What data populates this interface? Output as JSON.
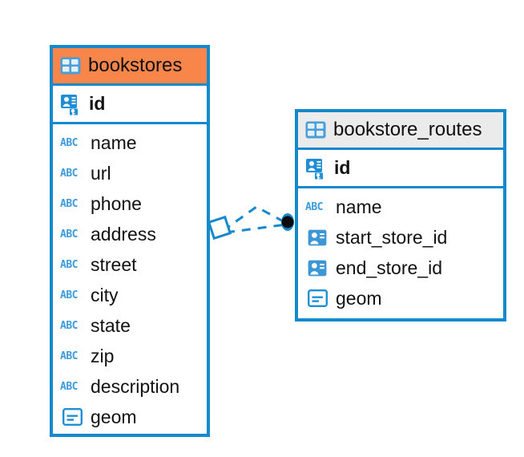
{
  "diagram": {
    "type": "entity-relationship-diagram",
    "background": "#ffffff",
    "accent_color": "#1489cc",
    "highlight_color": "#f8864a",
    "neutral_header_color": "#ebebeb",
    "icon_color": "#3d9bdc"
  },
  "tables": [
    {
      "name": "bookstores",
      "header_style": "accent",
      "table_icon": "table-icon",
      "primary_key": {
        "label": "id",
        "icon": "primary-key-icon"
      },
      "fields": [
        {
          "label": "name",
          "icon": "abc-text-icon"
        },
        {
          "label": "url",
          "icon": "abc-text-icon"
        },
        {
          "label": "phone",
          "icon": "abc-text-icon"
        },
        {
          "label": "address",
          "icon": "abc-text-icon"
        },
        {
          "label": "street",
          "icon": "abc-text-icon"
        },
        {
          "label": "city",
          "icon": "abc-text-icon"
        },
        {
          "label": "state",
          "icon": "abc-text-icon"
        },
        {
          "label": "zip",
          "icon": "abc-text-icon"
        },
        {
          "label": "description",
          "icon": "abc-text-icon"
        },
        {
          "label": "geom",
          "icon": "geometry-icon"
        }
      ]
    },
    {
      "name": "bookstore_routes",
      "header_style": "neutral",
      "table_icon": "table-icon",
      "primary_key": {
        "label": "id",
        "icon": "primary-key-icon"
      },
      "fields": [
        {
          "label": "name",
          "icon": "abc-text-icon"
        },
        {
          "label": "start_store_id",
          "icon": "foreign-key-icon"
        },
        {
          "label": "end_store_id",
          "icon": "foreign-key-icon"
        },
        {
          "label": "geom",
          "icon": "geometry-icon"
        }
      ]
    }
  ],
  "relationship": {
    "left_marker": "diamond-marker",
    "right_marker": "filled-circle-marker",
    "line_style": "dashed",
    "line_color": "#1489cc"
  },
  "icon_glyphs": {
    "abc": "ABC"
  }
}
